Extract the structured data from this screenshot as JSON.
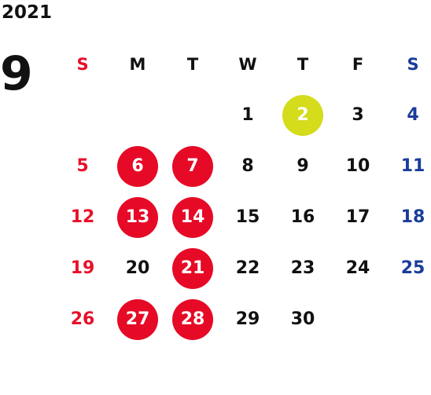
{
  "year": "2021",
  "month": "9",
  "weekdays": [
    "S",
    "M",
    "T",
    "W",
    "T",
    "F",
    "S"
  ],
  "colors": {
    "sunday": "#e8102a",
    "saturday": "#1a3c9a",
    "holiday_circle": "#e60a27",
    "today_circle": "#d4dc1c"
  },
  "weeks": [
    [
      "",
      "",
      "",
      "1",
      "2",
      "3",
      "4"
    ],
    [
      "5",
      "6",
      "7",
      "8",
      "9",
      "10",
      "11"
    ],
    [
      "12",
      "13",
      "14",
      "15",
      "16",
      "17",
      "18"
    ],
    [
      "19",
      "20",
      "21",
      "22",
      "23",
      "24",
      "25"
    ],
    [
      "26",
      "27",
      "28",
      "29",
      "30",
      "",
      ""
    ]
  ],
  "red_circled_days": [
    "6",
    "7",
    "13",
    "14",
    "21",
    "27",
    "28"
  ],
  "yellow_circled_days": [
    "2"
  ]
}
